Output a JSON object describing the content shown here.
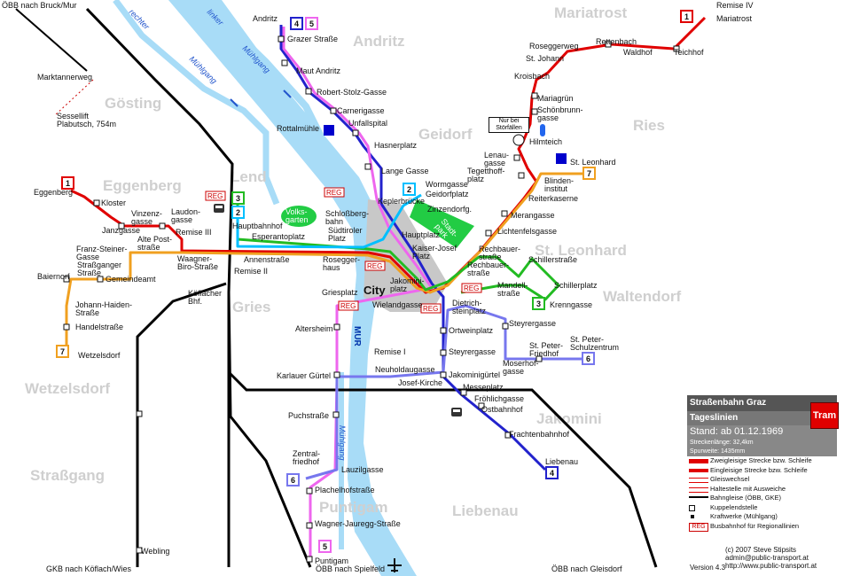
{
  "legend": {
    "title": "Straßenbahn Graz",
    "tram_badge": "Tram",
    "subtitle": "Tageslinien",
    "stand": "Stand: ab 01.12.1969",
    "length": "Streckenlänge: 32,4km",
    "gauge": "Spurweite: 1435mm",
    "items": [
      {
        "label": "Zweigleisige Strecke bzw. Schleife",
        "symbol": "double-track"
      },
      {
        "label": "Eingleisige Strecke bzw. Schleife",
        "symbol": "single-track"
      },
      {
        "label": "Gleiswechsel",
        "symbol": "crossover"
      },
      {
        "label": "Haltestelle mit Ausweiche",
        "symbol": "stop-passing-loop"
      },
      {
        "label": "Bahngleise (ÖBB, GKE)",
        "symbol": "railway"
      },
      {
        "label": "Kuppelendstelle",
        "symbol": "coupling-terminal"
      },
      {
        "label": "Kraftwerke (Mühlgang)",
        "symbol": "power-station"
      },
      {
        "label": "Busbahnhof für Regionallinien",
        "symbol": "bus-station",
        "badge": "REG"
      }
    ]
  },
  "credit": {
    "line1": "(c) 2007 Steve Stipsits",
    "line2": "admin@public-transport.at",
    "line3": "http://www.public-transport.at"
  },
  "version": "Version 4.3",
  "stoerfall_note": {
    "line1": "Nur bei",
    "line2": "Störfällen"
  },
  "line_colors": {
    "1": "#e00000",
    "2": "#00bfff",
    "3": "#22bb22",
    "4": "#2222cc",
    "5": "#ee66ee",
    "6": "#7777ee",
    "7": "#f0a020",
    "river": "#a8dcf7",
    "railway": "#000000",
    "city": "#c8c8c8",
    "park": "#22cc44"
  },
  "districts": [
    "Mariatrost",
    "Andritz",
    "Gösting",
    "Geidorf",
    "Ries",
    "Eggenberg",
    "Lend",
    "St. Leonhard",
    "Waltendorf",
    "Gries",
    "Wetzelsdorf",
    "Jakomini",
    "Straßgang",
    "Puntigam",
    "Liebenau"
  ],
  "waterways": [
    "rechter",
    "linker",
    "Mühlgang",
    "Mühlgang",
    "Mühlgang"
  ],
  "rail_labels": {
    "nw": "ÖBB nach Bruck/Mur",
    "sw": "GKB nach Köflach/Wies",
    "s": "ÖBB nach Spielfeld",
    "se": "ÖBB nach Gleisdorf"
  },
  "places": {
    "city": "City",
    "mur": "MUR",
    "volksgarten": "Volks-\ngarten",
    "stadtpark": "Stadt-\npark",
    "sessellift": "Sessellift\nPlabutsch, 754m",
    "marktannerweg": "Marktannerweg"
  },
  "line_badges": [
    "1",
    "2",
    "3",
    "4",
    "5",
    "6",
    "7",
    "2",
    "3",
    "4",
    "5",
    "6",
    "7",
    "1"
  ],
  "reg": "REG",
  "stations": {
    "north_4_5": [
      "Andritz",
      "Grazer Straße",
      "Maut Andritz",
      "Robert-Stolz-Gasse",
      "Carnerigasse",
      "Unfallspital",
      "Rottalmühle",
      "Hasnerplatz",
      "Lange Gasse"
    ],
    "line1_ne": [
      "Remise IV",
      "Mariatrost",
      "Teichhof",
      "Rettenbach",
      "Waldhof",
      "Roseggerweg",
      "St. Johann",
      "Kroisbach",
      "Mariagrün",
      "Schönbrunn-\ngasse",
      "Hilmteich",
      "Lenau-\ngasse",
      "Tegetthoff-\nplatz",
      "Blinden-\ninstitut",
      "Reiterkaserne",
      "Merangasse",
      "Lichtenfelsgasse"
    ],
    "line7_ne": [
      "St. Leonhard"
    ],
    "line2": [
      "Wormgasse",
      "Geidorfplatz",
      "Zinzendorfg."
    ],
    "center": [
      "Keplerbrücke",
      "Schloßberg-\nbahn",
      "Hauptplatz",
      "Kaiser-Josef\nPlatz",
      "Südtiroler\nPlatz",
      "Rosegger-\nhaus",
      "Jakomini-\nplatz",
      "Esperantoplatz",
      "Hauptbahnhof",
      "Annenstraße",
      "Remise II"
    ],
    "east_3": [
      "Rechbauer-\nstraße",
      "Rechbauer-\nstraße",
      "Schillerstraße",
      "Schillerplatz",
      "Mandell-\nstraße",
      "Krenngasse"
    ],
    "west_1": [
      "Eggenberg",
      "Kloster",
      "Janzgasse",
      "Vinzenz-\ngasse",
      "Laudon-\ngasse",
      "Remise III",
      "Alte Post-\nstraße",
      "Waagner-\nBiro-Straße"
    ],
    "west_7": [
      "Franz-Steiner-\nGasse",
      "Straßganger\nStraße",
      "Baiernorf",
      "Gemeindeamt",
      "Johann-Haiden-\nStraße",
      "Handelstraße",
      "Wetzelsdorf"
    ],
    "south_5": [
      "Griesplatz",
      "Wielandgasse",
      "Altersheim",
      "Karlauer Gürtel",
      "Puchstraße",
      "Zentral-\nfriedhof",
      "Lauzilgasse",
      "Plachelhofstraße",
      "Wagner-Jauregg-Straße",
      "Puntigam"
    ],
    "south_4_6": [
      "Dietrich-\nsteinplatz",
      "Ortweinplatz",
      "Steyrergasse",
      "Remise I",
      "Neuholdaugasse",
      "Josef-Kirche",
      "Jakominigürtel",
      "Messeplatz",
      "Fröhlichgasse",
      "Ostbahnhof",
      "Frachtenbahnhof",
      "Liebenau",
      "Steyrergasse",
      "St. Peter-\nFriedhof",
      "St. Peter-\nSchulzentrum",
      "Moserhof-\ngasse"
    ],
    "other": [
      "Köflacher\nBhf.",
      "Webling"
    ]
  }
}
